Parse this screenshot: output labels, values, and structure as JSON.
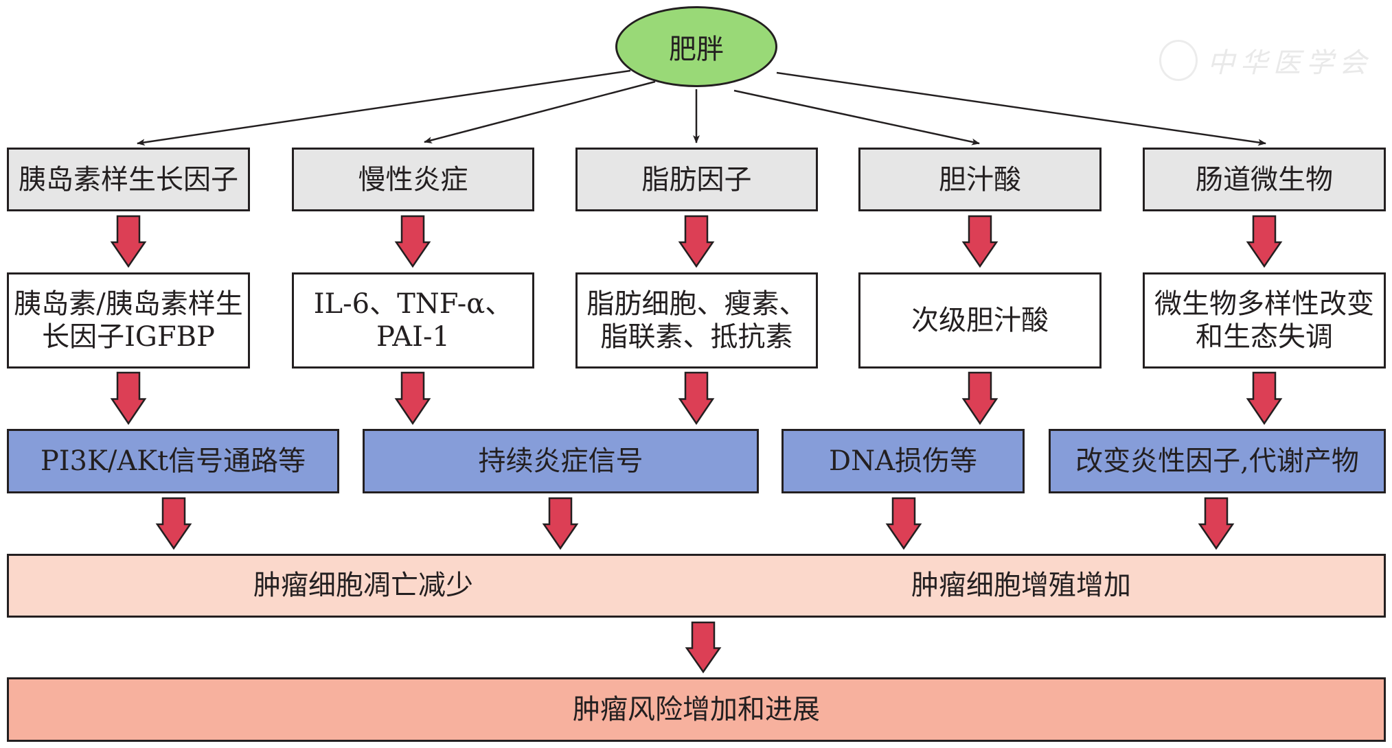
{
  "root": {
    "label": "肥胖"
  },
  "factors": [
    {
      "label": "胰岛素样生长因子"
    },
    {
      "label": "慢性炎症"
    },
    {
      "label": "脂肪因子"
    },
    {
      "label": "胆汁酸"
    },
    {
      "label": "肠道微生物"
    }
  ],
  "mediators": [
    {
      "lines": [
        "胰岛素/胰岛素样生",
        "长因子IGFBP"
      ]
    },
    {
      "lines": [
        "IL-6、TNF-α、PAI-1"
      ]
    },
    {
      "lines": [
        "脂肪细胞、瘦素、",
        "脂联素、抵抗素"
      ]
    },
    {
      "lines": [
        "次级胆汁酸"
      ]
    },
    {
      "lines": [
        "微生物多样性改变",
        "和生态失调"
      ]
    }
  ],
  "mechanisms": [
    {
      "label": "PI3K/AKt信号通路等"
    },
    {
      "label": "持续炎症信号"
    },
    {
      "label": "DNA损伤等"
    },
    {
      "label": "改变炎性因子,代谢产物"
    }
  ],
  "effects": {
    "left": "肿瘤细胞凋亡减少",
    "right": "肿瘤细胞增殖增加"
  },
  "outcome": {
    "label": "肿瘤风险增加和进展"
  },
  "watermark": {
    "text": "中华医学会"
  },
  "colors": {
    "root": "#99d977",
    "factor": "#e6e6e6",
    "mediator": "#ffffff",
    "mechanism": "#869dd9",
    "effect": "#fbd8cb",
    "outcome": "#f7b19e",
    "block_arrow": "#dc3f55",
    "line": "#231f20"
  }
}
